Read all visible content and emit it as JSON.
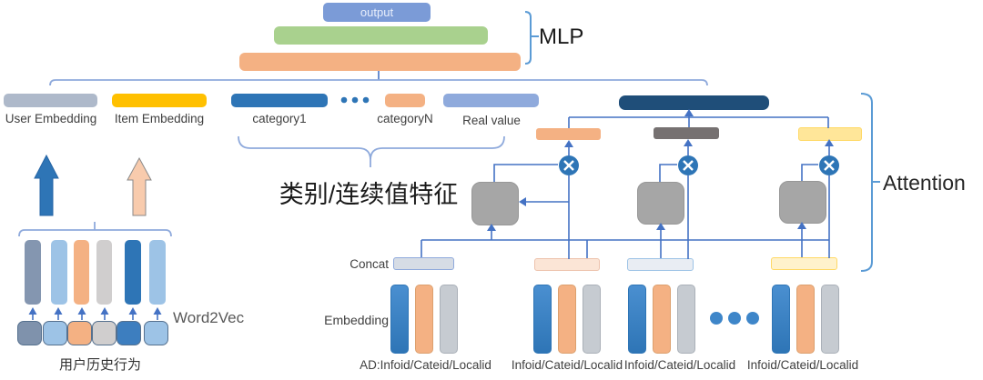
{
  "mlp": {
    "output_label": "output",
    "bracket_label": "MLP"
  },
  "features": {
    "user": "User Embedding",
    "item": "Item Embedding",
    "cat1": "category1",
    "catN": "categoryN",
    "real": "Real value",
    "group_caption": "类别/连续值特征"
  },
  "attention": {
    "bracket_label": "Attention",
    "concat_label": "Concat",
    "embedding_label": "Embedding"
  },
  "history": {
    "word2vec_label": "Word2Vec",
    "caption": "用户历史行为"
  },
  "ad_group_label": "AD:Infoid/Cateid/Localid",
  "behavior_group_labels": [
    "Infoid/Cateid/Localid",
    "Infoid/Cateid/Localid",
    "Infoid/Cateid/Localid"
  ],
  "colors": {
    "output_box": "#7b9bd7",
    "mlp_hidden2": "#a9d18e",
    "mlp_hidden1": "#f4b183",
    "user_embedding": "#aeb9ca",
    "item_embedding": "#ffc000",
    "category1": "#2e75b6",
    "categoryN": "#f4b183",
    "real_value": "#8faadc",
    "attention_output": "#1f4e79",
    "weighted_bars": [
      "#f4b183",
      "#767171",
      "#ffe699"
    ],
    "concat_bars": [
      "#d6dce5",
      "#fbe5d6",
      "#e9edf3",
      "#fff2cc"
    ],
    "embedding_bars": [
      "#4a8fd0",
      "#f4b183",
      "#c6cbd1"
    ],
    "attention_unit": "#a6a6a6",
    "multiply_node": "#2e75b6",
    "wire": "#4472c4",
    "history_bars": [
      "#8496b0",
      "#9dc3e6",
      "#f4b183",
      "#d0cece",
      "#2e75b6",
      "#9dc3e6"
    ],
    "history_tokens": [
      "#7f92ac",
      "#9dc3e6",
      "#f4b183",
      "#d0cece",
      "#3d7ebf",
      "#9dc3e6"
    ]
  }
}
